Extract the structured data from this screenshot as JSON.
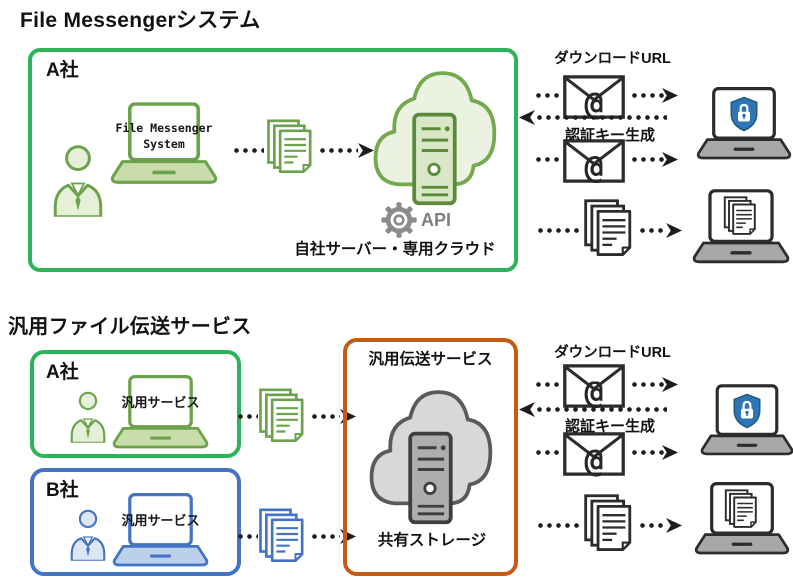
{
  "colors": {
    "green_border": "#2db35a",
    "green_icon": "#6ba24b",
    "green_icon_fill": "#e6efd8",
    "green_laptop_base": "#c9ddaa",
    "blue_border": "#4472c4",
    "blue_icon_fill": "#dde6f4",
    "blue_laptop_base": "#bccfeb",
    "orange_border": "#c55a11",
    "cloud_green_fill": "#ebf2e2",
    "cloud_green_stroke": "#74a94e",
    "server_green_fill": "#d9e7c7",
    "cloud_gray_fill": "#d8d8d8",
    "cloud_gray_stroke": "#5a5a5a",
    "server_gray_fill": "#aeaeae",
    "server_gray_stroke": "#3e3e3e",
    "icon_dark": "#2c2c2c",
    "arrow_dark": "#1d1d1d",
    "gray_laptop_base": "#a8a8a8",
    "shield_fill": "#2e75b6",
    "gear_gray": "#8b8b8b",
    "text_dark": "#111111",
    "api_text": "#7f7f7f"
  },
  "icons": {
    "businessperson-icon": "person-in-suit",
    "laptop-icon": "laptop",
    "documents-icon": "stacked-files",
    "email-icon": "envelope-with-at",
    "cloud-server-icon": "cloud-with-server",
    "api-gear-icon": "gear",
    "shield-lock-icon": "shield-padlock",
    "arrowhead-icon": "chevron-arrow",
    "dotted-line": "dotted-flow-line"
  },
  "s1": {
    "title": "File Messengerシステム",
    "company_label": "A社",
    "laptop_text": "File Messenger\nSystem",
    "api_label": "API",
    "server_caption": "自社サーバー・専用クラウド",
    "download_url_label": "ダウンロードURL",
    "auth_key_label": "認証キー生成"
  },
  "s2": {
    "title": "汎用ファイル伝送サービス",
    "company_a_label": "A社",
    "company_b_label": "B社",
    "laptop_a_text": "汎用サービス",
    "laptop_b_text": "汎用サービス",
    "service_title": "汎用伝送サービス",
    "storage_caption": "共有ストレージ",
    "download_url_label": "ダウンロードURL",
    "auth_key_label": "認証キー生成"
  }
}
